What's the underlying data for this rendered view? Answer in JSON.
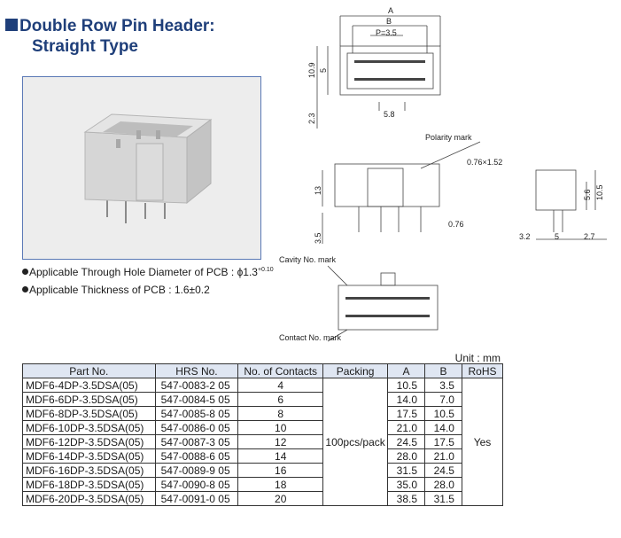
{
  "title": {
    "line1": "Double Row Pin Header:",
    "line2": "Straight Type"
  },
  "bullets": [
    {
      "pre": "Applicable Through Hole Diameter of PCB : ",
      "symbol": "ϕ1.3",
      "sup": "+0.1",
      "sup2": "0",
      "full": "Applicable Through Hole Diameter of PCB : ϕ1.3 +0.1 0"
    },
    {
      "text": "Applicable Thickness of PCB : 1.6±0.2"
    }
  ],
  "drawing_labels": {
    "a": "A",
    "b": "B",
    "p": "P=3.5",
    "h109": "10.9",
    "h5": "5",
    "w58": "5.8",
    "d23": "2.3",
    "polarity": "Polarity mark",
    "slot": "0.76×1.52",
    "h13": "13",
    "d35": "3.5",
    "pin": "0.76",
    "h56": "5.6",
    "h105": "10.5",
    "w32": "3.2",
    "w5": "5",
    "w27": "2.7",
    "cavity": "Cavity No. mark",
    "contact": "Contact No. mark"
  },
  "unit": "Unit : mm",
  "table": {
    "headers": [
      "Part No.",
      "HRS No.",
      "No. of Contacts",
      "Packing",
      "A",
      "B",
      "RoHS"
    ],
    "packing": "100pcs/pack",
    "rohs": "Yes",
    "rows": [
      {
        "part": "MDF6-4DP-3.5DSA(05)",
        "hrs": "547-0083-2 05",
        "contacts": "4",
        "a": "10.5",
        "b": "3.5"
      },
      {
        "part": "MDF6-6DP-3.5DSA(05)",
        "hrs": "547-0084-5 05",
        "contacts": "6",
        "a": "14.0",
        "b": "7.0"
      },
      {
        "part": "MDF6-8DP-3.5DSA(05)",
        "hrs": "547-0085-8 05",
        "contacts": "8",
        "a": "17.5",
        "b": "10.5"
      },
      {
        "part": "MDF6-10DP-3.5DSA(05)",
        "hrs": "547-0086-0 05",
        "contacts": "10",
        "a": "21.0",
        "b": "14.0"
      },
      {
        "part": "MDF6-12DP-3.5DSA(05)",
        "hrs": "547-0087-3 05",
        "contacts": "12",
        "a": "24.5",
        "b": "17.5"
      },
      {
        "part": "MDF6-14DP-3.5DSA(05)",
        "hrs": "547-0088-6 05",
        "contacts": "14",
        "a": "28.0",
        "b": "21.0"
      },
      {
        "part": "MDF6-16DP-3.5DSA(05)",
        "hrs": "547-0089-9 05",
        "contacts": "16",
        "a": "31.5",
        "b": "24.5"
      },
      {
        "part": "MDF6-18DP-3.5DSA(05)",
        "hrs": "547-0090-8 05",
        "contacts": "18",
        "a": "35.0",
        "b": "28.0"
      },
      {
        "part": "MDF6-20DP-3.5DSA(05)",
        "hrs": "547-0091-0 05",
        "contacts": "20",
        "a": "38.5",
        "b": "31.5"
      }
    ]
  }
}
